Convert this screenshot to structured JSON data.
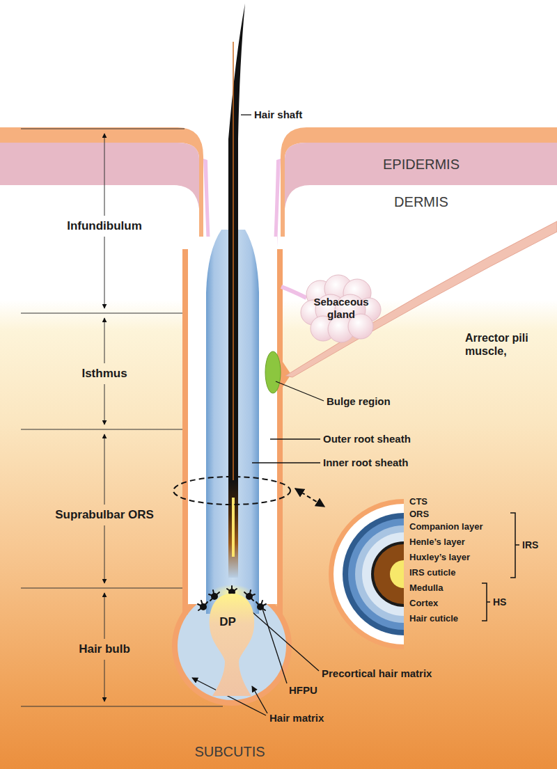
{
  "diagram": {
    "nodes": [
      {
        "text": [
          "Sebaceous gland"
        ]
      },
      {
        "text": [
          "DP"
        ]
      }
    ],
    "labels": [
      "Hair shaft",
      "EPIDERMIS",
      "DERMIS",
      "Infundibulum",
      "Arrector pili muscle,",
      "Isthmus",
      "Bulge region",
      "Outer root sheath",
      "Inner root sheath",
      "CTS",
      "ORS",
      "Companion layer",
      "Henle’s layer",
      "Huxley’s layer",
      "IRS cuticle",
      "IRS",
      "Medulla",
      "Cortex",
      "Hair cuticle",
      "HS",
      "Suprabulbar ORS",
      "Hair bulb",
      "Precortical hair matrix",
      "HFPU",
      "Hair matrix",
      "SUBCUTIS"
    ]
  }
}
